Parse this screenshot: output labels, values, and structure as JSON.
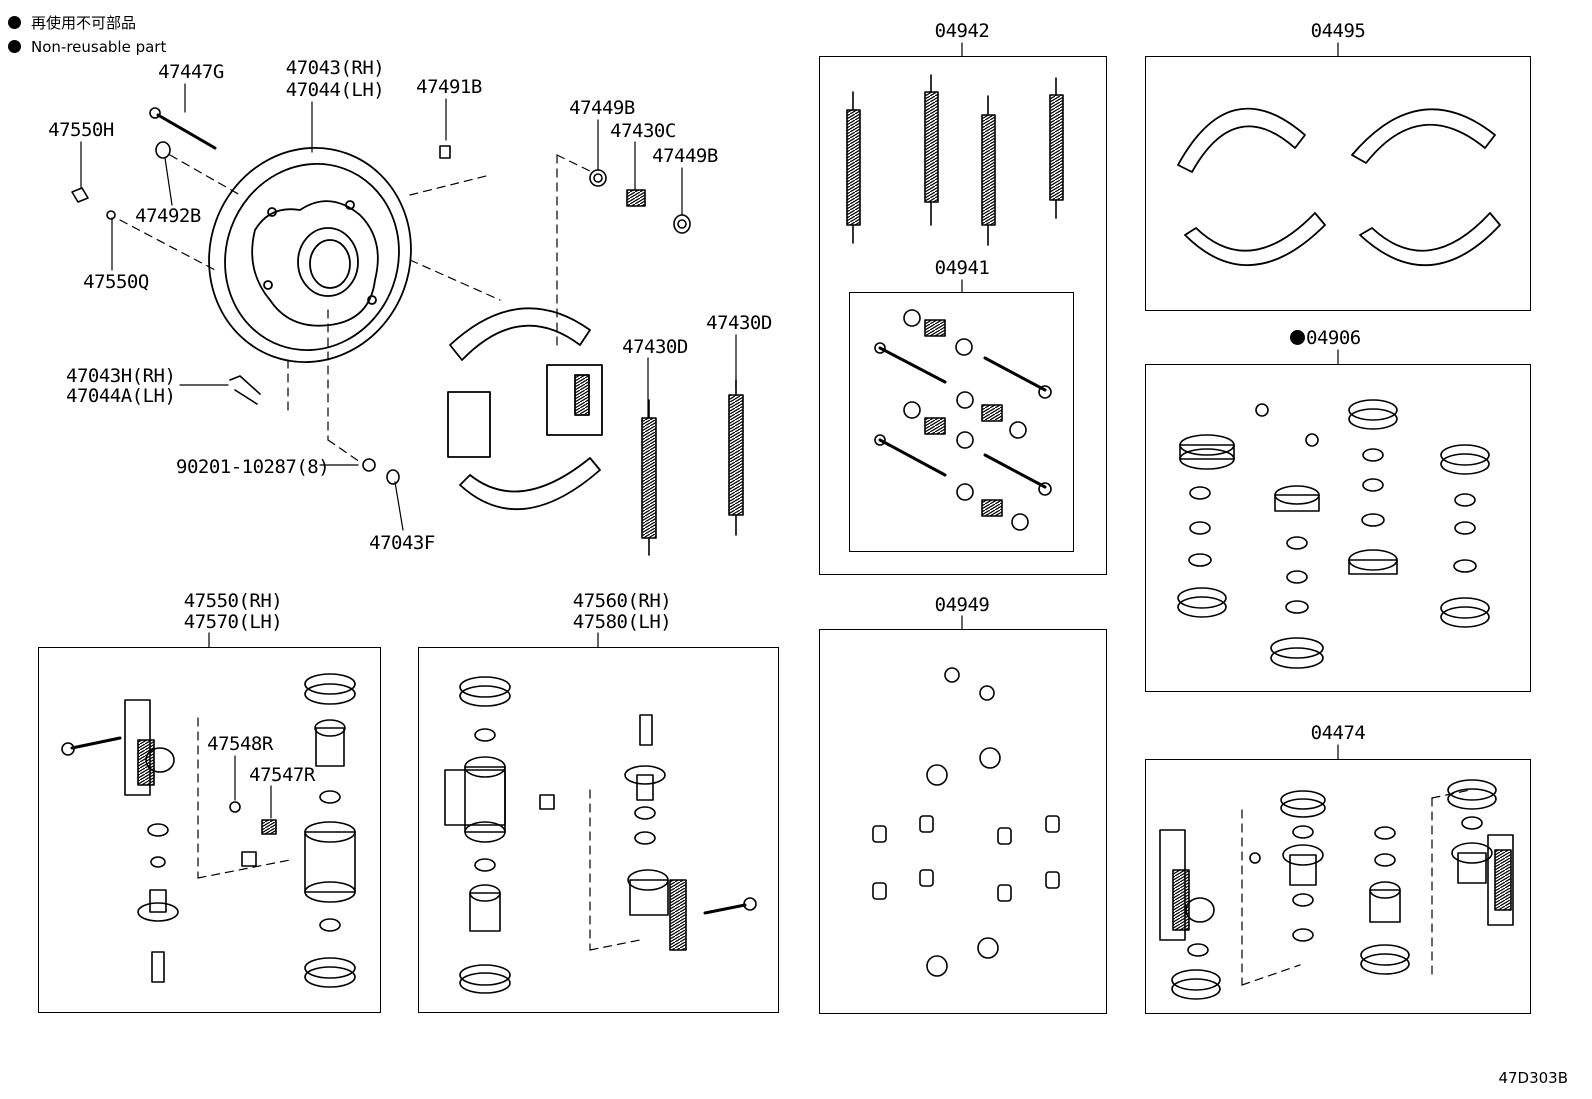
{
  "legend": [
    {
      "text": "再使用不可部品"
    },
    {
      "text": "Non-reusable part"
    }
  ],
  "labels": {
    "p47447G": "47447G",
    "p47043RH": "47043(RH)",
    "p47044LH": "47044(LH)",
    "p47491B": "47491B",
    "p47550H": "47550H",
    "p47492B": "47492B",
    "p47550Q": "47550Q",
    "p47449B_a": "47449B",
    "p47430C": "47430C",
    "p47449B_b": "47449B",
    "p47430D_a": "47430D",
    "p47430D_b": "47430D",
    "p47043H": "47043H(RH)",
    "p47044A": "47044A(LH)",
    "p90201": "90201-10287(8)",
    "p47043F": "47043F",
    "p47550RH": "47550(RH)",
    "p47570LH": "47570(LH)",
    "p47548R": "47548R",
    "p47547R": "47547R",
    "p47560RH": "47560(RH)",
    "p47580LH": "47580(LH)",
    "k04942": "04942",
    "k04941": "04941",
    "k04949": "04949",
    "k04495": "04495",
    "k04906": "04906",
    "k04474": "04474"
  },
  "figure_ref": "47D303B"
}
